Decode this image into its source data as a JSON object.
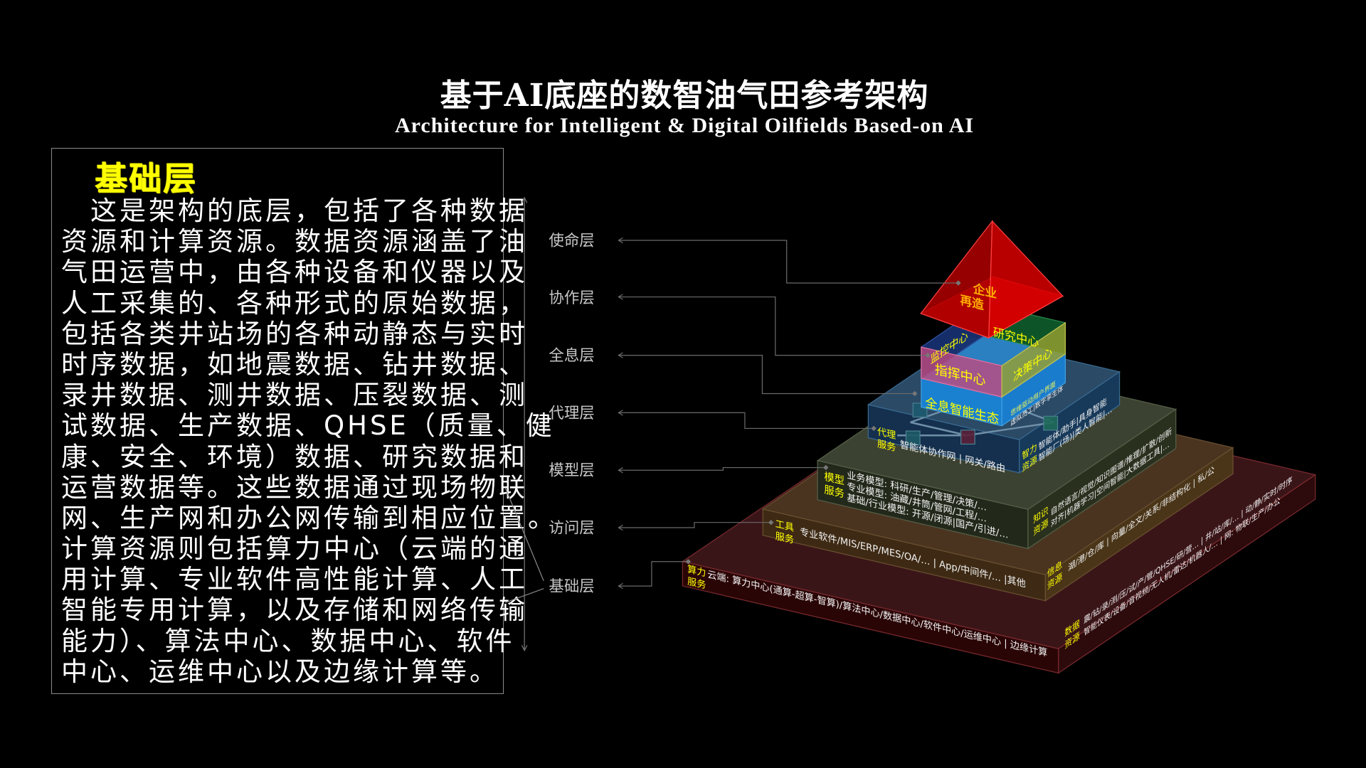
{
  "header": {
    "title": "基于AI底座的数智油气田参考架构",
    "subtitle": "Architecture for Intelligent & Digital Oilfields Based-on AI"
  },
  "description": {
    "heading": "基础层",
    "lines": [
      "　这是架构的底层，包括了各种数据",
      "资源和计算资源。数据资源涵盖了油",
      "气田运营中，由各种设备和仪器以及",
      "人工采集的、各种形式的原始数据，",
      "包括各类井站场的各种动静态与实时",
      "时序数据，如地震数据、钻井数据、",
      "录井数据、测井数据、压裂数据、测",
      "试数据、生产数据、QHSE（质量、健",
      "康、安全、环境）数据、研究数据和",
      "运营数据等。这些数据通过现场物联",
      "网、生产网和办公网传输到相应位置。",
      "计算资源则包括算力中心（云端的通",
      "用计算、专业软件高性能计算、人工",
      "智能专用计算，以及存储和网络传输",
      "能力）、算法中心、数据中心、软件",
      "中心、运维中心以及边缘计算等。"
    ]
  },
  "layers": [
    "使命层",
    "协作层",
    "全息层",
    "代理层",
    "模型层",
    "访问层",
    "基础层"
  ],
  "pyramid": {
    "top": {
      "line1": "企业",
      "line2": "再造"
    },
    "centers": {
      "monitor": "监控中心",
      "research": "研究中心",
      "command": "指挥中心",
      "decision": "决策中心"
    },
    "holo": {
      "left": "全息智能生态",
      "right1": "思维驱动用户界面",
      "right2": "虚拟员工|数字孪生体"
    },
    "agent": {
      "left_label1": "代理",
      "left_label2": "服务",
      "left_text": "智能体协作网  |  网关/路由",
      "right_label1": "智力",
      "right_label2": "资源",
      "right1": "智能体/助手|具身智能",
      "right2": "智能厂(场)|类人智能|…"
    },
    "model": {
      "left_label1": "模型",
      "left_label2": "服务",
      "left1": "业务模型: 科研/生产/管理/决策/…",
      "left2": "专业模型: 油藏/井筒/管网/工程/…",
      "left3": "基础/行业模型: 开源/闭源|国产/引进/…",
      "right_label1": "知识",
      "right_label2": "资源",
      "right1": "自然语言/视觉/知识图谱/推理/扩散/创新",
      "right2": "对齐|机器学习|空间智能|大数据工具|…"
    },
    "access": {
      "left_label1": "工具",
      "left_label2": "服务",
      "left_text": "专业软件/MIS/ERP/MES/OA/… | App/中间件/… |其他",
      "right_label1": "信息",
      "right_label2": "资源",
      "right_text": "湖/港/仓/库 | 向量/全文/关系/非结构化 | 私/公"
    },
    "base": {
      "left_label1": "算力",
      "left_label2": "服务",
      "left_text": "云端: 算力中心(通算-超算-智算)/算法中心/数据中心/软件中心/运维中心 | 边缘计算",
      "right_label1": "数据",
      "right_label2": "资源",
      "right1": "震/钻/录/测/压/试/产/管/QHSE/研/营… | 井/站/库/… | 动/静/实时/时序",
      "right2": "智能仪表/设备/音视频/无人机/雷达/机器人/… | 网: 物联/生产/办公"
    }
  },
  "colors": {
    "accent_yellow": "#ffff00",
    "top_red": "#d00000"
  }
}
